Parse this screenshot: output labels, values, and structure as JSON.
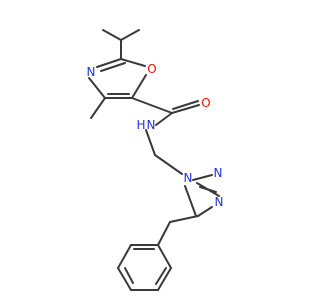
{
  "colors": {
    "carbon_bond": "#3a3a3a",
    "nitrogen": "#2233dd",
    "oxygen": "#ee1100"
  },
  "atoms": [
    {
      "id": "N_oxazole",
      "label": "N",
      "color": "nitrogen"
    },
    {
      "id": "O_oxazole",
      "label": "O",
      "color": "oxygen"
    },
    {
      "id": "O_carbonyl",
      "label": "O",
      "color": "oxygen"
    },
    {
      "id": "NH_amide",
      "label": "N",
      "color": "nitrogen"
    },
    {
      "id": "H_amide",
      "label": "H",
      "color": "nitrogen"
    },
    {
      "id": "N1_triazole",
      "label": "N",
      "color": "nitrogen"
    },
    {
      "id": "N2_triazole",
      "label": "N",
      "color": "nitrogen"
    },
    {
      "id": "N3_triazole",
      "label": "N",
      "color": "nitrogen"
    }
  ]
}
